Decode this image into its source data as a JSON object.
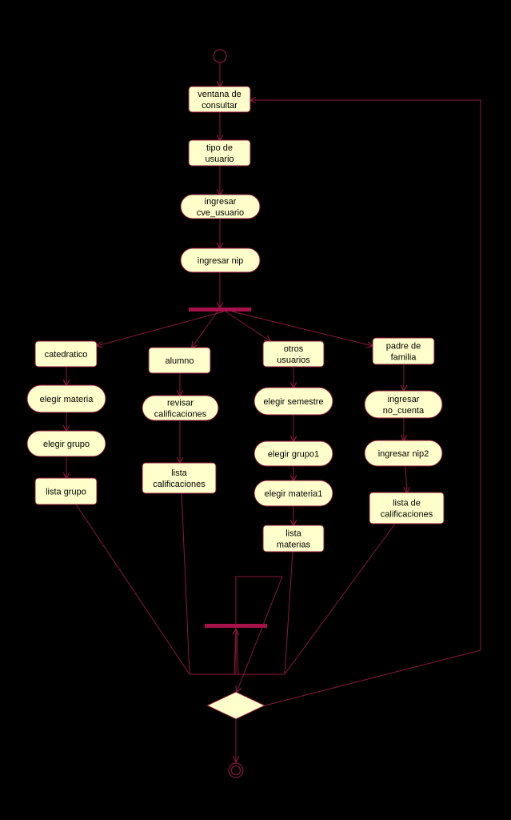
{
  "colors": {
    "background": "#000000",
    "node_fill": "#FFFFCC",
    "line": "#8B1A3A",
    "bar": "#A8124A"
  },
  "nodes": [
    {
      "id": "ventana",
      "kind": "action",
      "lines": [
        "ventana de",
        "consultar"
      ]
    },
    {
      "id": "tipo",
      "kind": "action",
      "lines": [
        "tipo de",
        "usuario"
      ]
    },
    {
      "id": "cve",
      "kind": "activity",
      "lines": [
        "ingresar",
        "cve_usuario"
      ]
    },
    {
      "id": "nip",
      "kind": "activity",
      "lines": [
        "ingresar nip"
      ]
    },
    {
      "id": "catedratico",
      "kind": "action",
      "lines": [
        "catedratico"
      ]
    },
    {
      "id": "alumno",
      "kind": "action",
      "lines": [
        "alumno"
      ]
    },
    {
      "id": "otros",
      "kind": "action",
      "lines": [
        "otros",
        "usuarios"
      ]
    },
    {
      "id": "padre",
      "kind": "action",
      "lines": [
        "padre de",
        "familia"
      ]
    },
    {
      "id": "materia",
      "kind": "activity",
      "lines": [
        "elegir materia"
      ]
    },
    {
      "id": "grupo",
      "kind": "activity",
      "lines": [
        "elegir grupo"
      ]
    },
    {
      "id": "listagrupo",
      "kind": "action",
      "lines": [
        "lista grupo"
      ]
    },
    {
      "id": "revisar",
      "kind": "activity",
      "lines": [
        "revisar",
        "calificaciones"
      ]
    },
    {
      "id": "listacal",
      "kind": "action",
      "lines": [
        "lista",
        "calificaciones"
      ]
    },
    {
      "id": "semestre",
      "kind": "activity",
      "lines": [
        "elegir semestre"
      ]
    },
    {
      "id": "grupo1",
      "kind": "activity",
      "lines": [
        "elegir grupo1"
      ]
    },
    {
      "id": "materia1",
      "kind": "activity",
      "lines": [
        "elegir materia1"
      ]
    },
    {
      "id": "listamat",
      "kind": "action",
      "lines": [
        "lista",
        "materias"
      ]
    },
    {
      "id": "nocuenta",
      "kind": "activity",
      "lines": [
        "ingresar",
        "no_cuenta"
      ]
    },
    {
      "id": "nip2",
      "kind": "activity",
      "lines": [
        "ingresar nip2"
      ]
    },
    {
      "id": "listadecal",
      "kind": "action",
      "lines": [
        "lista de",
        "calificaciones"
      ]
    }
  ]
}
